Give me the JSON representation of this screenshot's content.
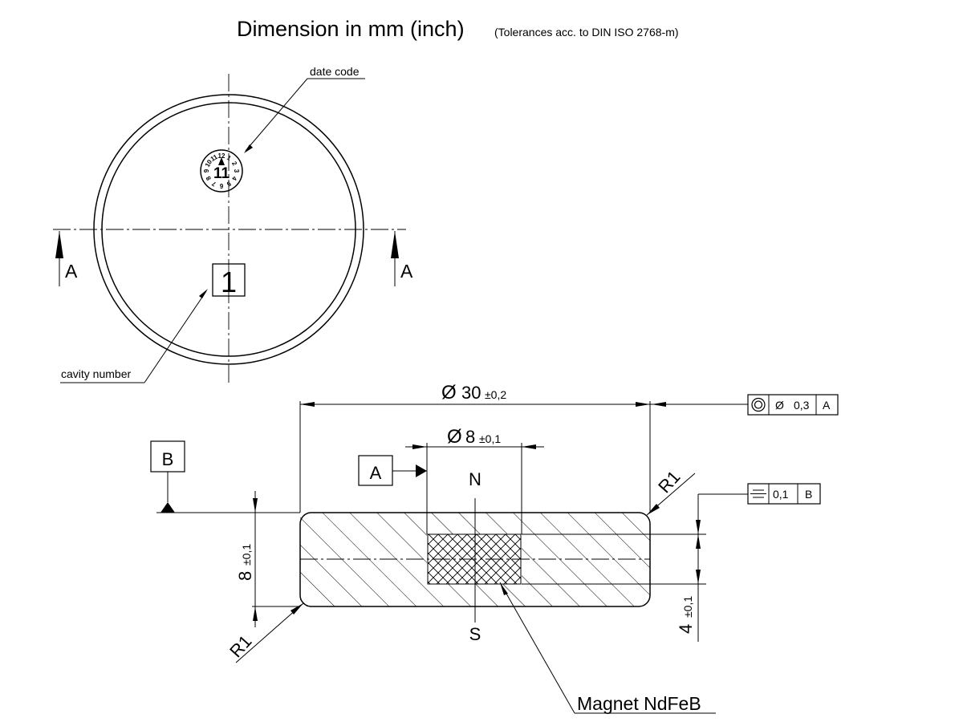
{
  "title": {
    "main": "Dimension in mm (inch)",
    "note": "(Tolerances acc. to DIN ISO 2768-m)"
  },
  "top_view": {
    "date_code_label": "date code",
    "date_code_numbers": [
      "12",
      "1",
      "2",
      "3",
      "4",
      "5",
      "6",
      "7",
      "8",
      "9",
      "10",
      "11"
    ],
    "date_code_center": "11",
    "cavity_label": "cavity number",
    "cavity_value": "1",
    "section_mark_left": "A",
    "section_mark_right": "A"
  },
  "section_view": {
    "outer_diameter": {
      "symbol": "Ø",
      "value": "30",
      "tolerance": "±0,2"
    },
    "magnet_diameter": {
      "symbol": "Ø",
      "value": "8",
      "tolerance": "±0,1"
    },
    "height": {
      "value": "8",
      "tolerance": "±0,1"
    },
    "magnet_offset": {
      "value": "4",
      "tolerance": "±0,1"
    },
    "radius_top_right": "R1",
    "radius_bottom_left": "R1",
    "pole_north": "N",
    "pole_south": "S",
    "magnet_label": "Magnet NdFeB",
    "datum_a": "A",
    "datum_b": "B",
    "concentricity_frame": {
      "diameter_symbol": "Ø",
      "value": "0,3",
      "datum": "A"
    },
    "symmetry_frame": {
      "value": "0,1",
      "datum": "B"
    }
  }
}
